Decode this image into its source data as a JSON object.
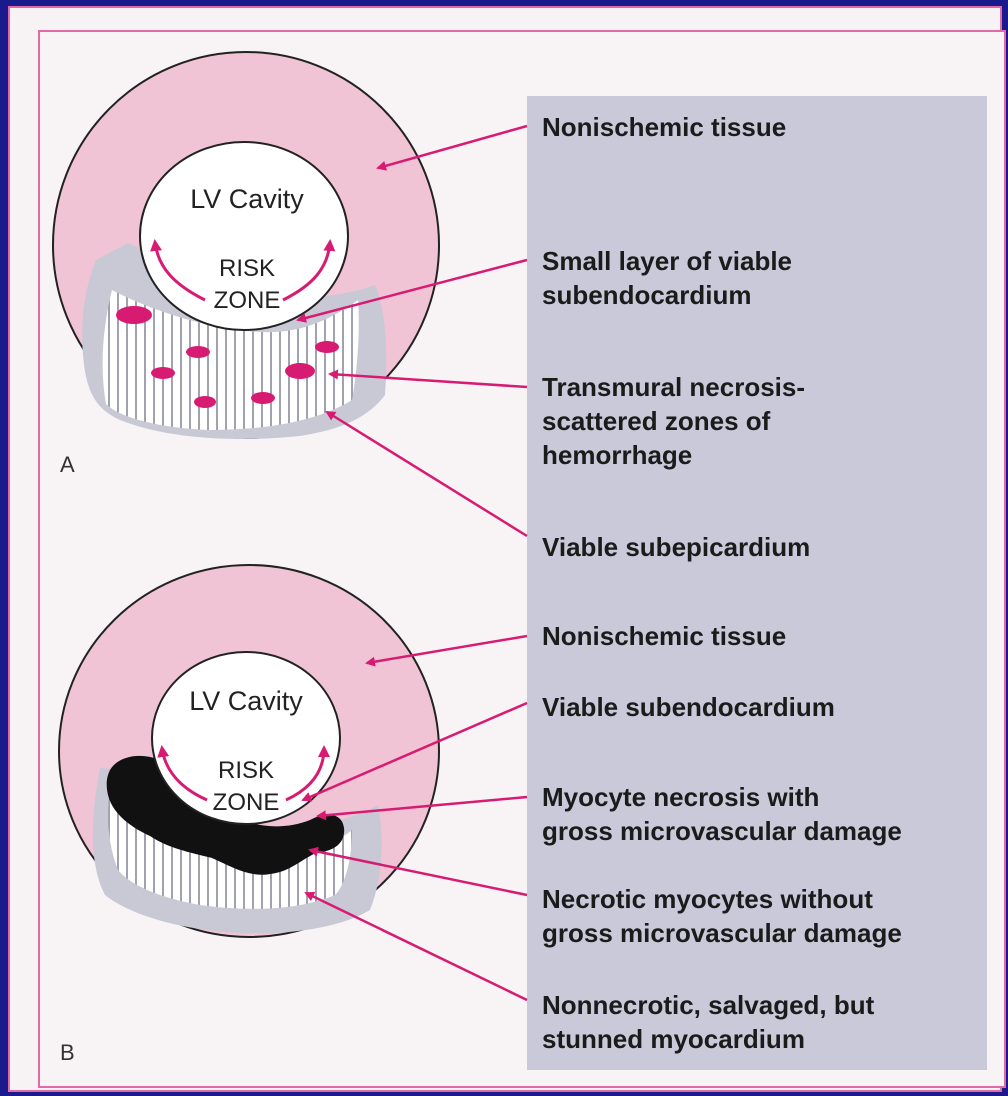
{
  "panels": [
    {
      "letter": "A",
      "cavity_label": "LV Cavity",
      "zone_label": "RISK\nZONE",
      "labels": [
        "Nonischemic tissue",
        "Small layer of viable\nsubendocardium",
        "Transmural necrosis-\nscattered zones of\nhemorrhage",
        "Viable subepicardium"
      ]
    },
    {
      "letter": "B",
      "cavity_label": "LV Cavity",
      "zone_label": "RISK\nZONE",
      "labels": [
        "Nonischemic tissue",
        "Viable subendocardium",
        "Myocyte necrosis with\ngross microvascular damage",
        "Necrotic myocytes without\ngross microvascular damage",
        "Nonnecrotic, salvaged, but\nstunned myocardium"
      ]
    }
  ],
  "colors": {
    "background": "#1a1a8c",
    "myocardium": "#f0c4d4",
    "arrow": "#d81b72",
    "gray_layer": "#c9c9d6",
    "necrosis": "#111111",
    "label_panel": "#c9c9d9"
  }
}
